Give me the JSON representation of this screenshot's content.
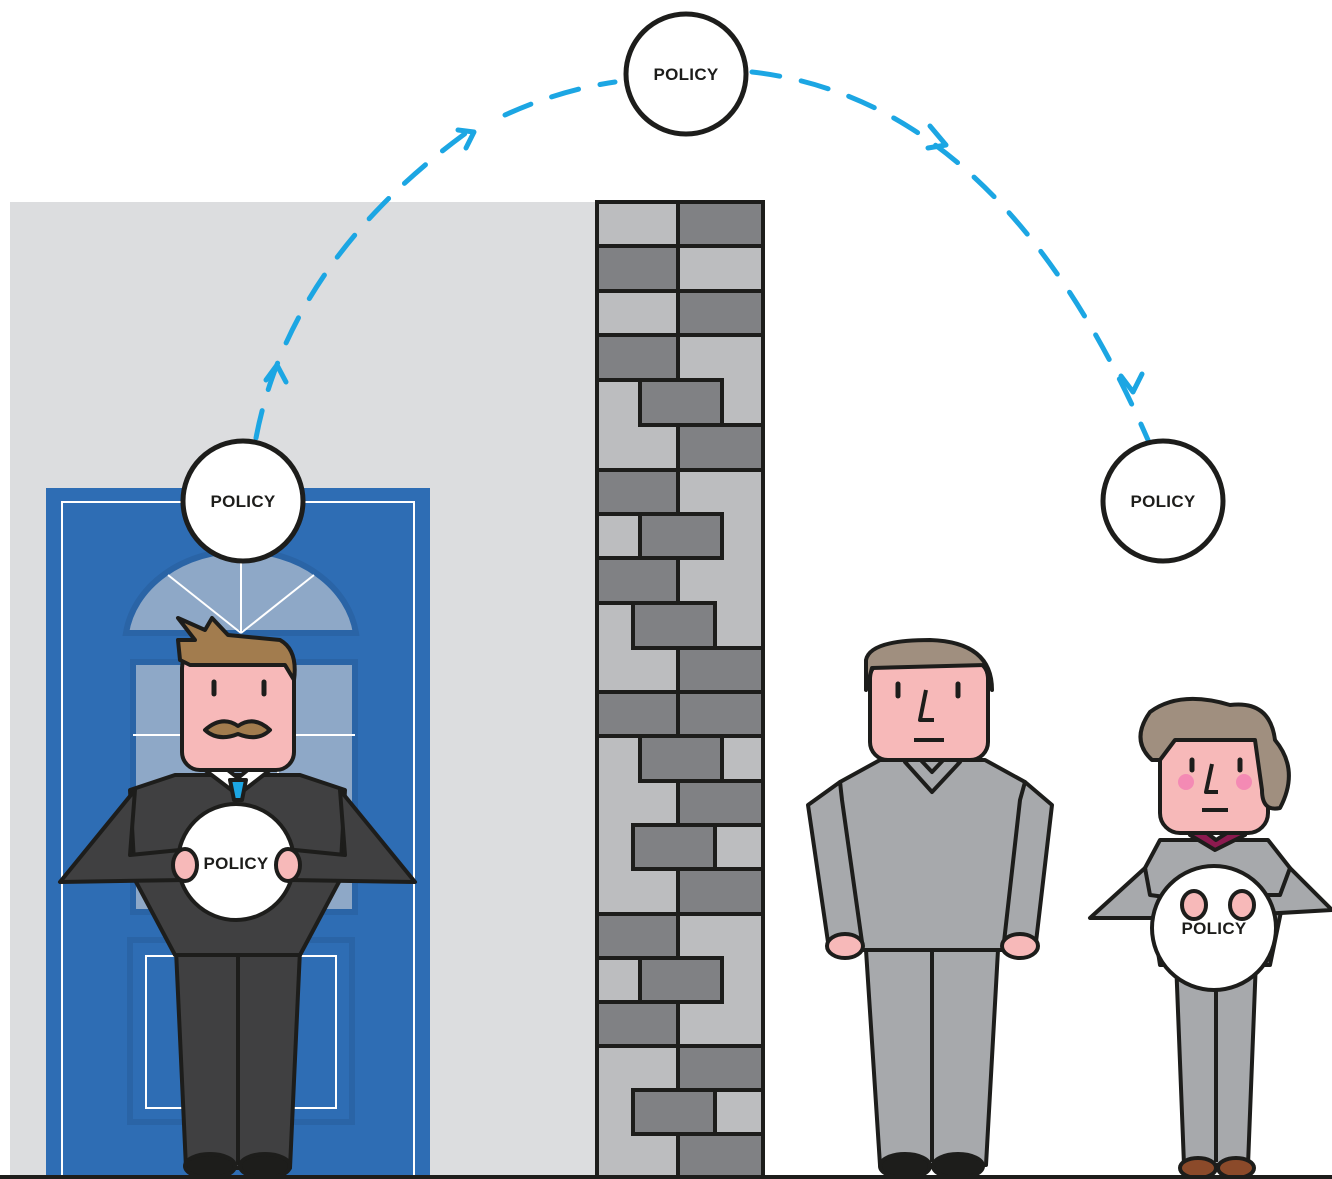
{
  "scene": {
    "colors": {
      "wall": "#dcdddf",
      "door": "#2e6db4",
      "door_dark": "#2a64a6",
      "window": "#8ea8c7",
      "outline": "#1d1d1b",
      "arrow": "#1ca6e3",
      "brick_dark": "#808184",
      "brick_light": "#bcbdbf",
      "suit_dark": "#404041",
      "suit_grey": "#a7a9ac",
      "skin": "#f7b9b9",
      "hair_brown": "#a27c4e",
      "hair_grey": "#a08f7f",
      "tie": "#1ca6e3",
      "collar_magenta": "#8b1a4f"
    },
    "labels": {
      "top": "POLICY",
      "left_floating": "POLICY",
      "right_floating": "POLICY",
      "businessman_held": "POLICY",
      "woman_held": "POLICY"
    },
    "figures": [
      "businessman",
      "man",
      "woman"
    ],
    "icons": [
      "door-icon",
      "brick-wall-icon",
      "arrow-icon"
    ]
  }
}
